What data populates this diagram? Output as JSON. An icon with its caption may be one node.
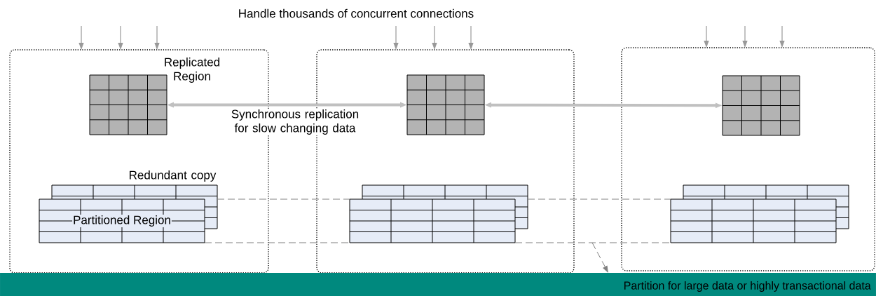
{
  "diagram": {
    "nodes": [
      {
        "text": [],
        "shape": "box"
      },
      {
        "text": [],
        "shape": "box"
      },
      {
        "text": [],
        "shape": "box"
      },
      {
        "text": [],
        "shape": "grid",
        "in": 0,
        "beside": [
          "Replicated Region"
        ]
      },
      {
        "text": [],
        "shape": "grid",
        "in": 1
      },
      {
        "text": [],
        "shape": "grid",
        "in": 2
      },
      {
        "text": [],
        "shape": "table",
        "in": 0,
        "beside": [
          "Redundant copy"
        ]
      },
      {
        "text": [
          "Partitioned Region"
        ],
        "in": 0
      },
      {
        "text": [],
        "shape": "table",
        "in": 1
      },
      {
        "text": [],
        "shape": "table",
        "in": 1
      },
      {
        "text": [],
        "shape": "table",
        "in": 2
      },
      {
        "text": [],
        "shape": "table",
        "in": 2
      },
      {
        "text": [
          "Partition for large data or highly transactional data"
        ]
      }
    ],
    "edges": [
      {
        "from": null,
        "to": 0,
        "arrow": "to"
      },
      {
        "from": null,
        "to": 0,
        "arrow": "to"
      },
      {
        "from": null,
        "to": 0,
        "arrow": "to"
      },
      {
        "from": null,
        "to": 1,
        "arrow": "to"
      },
      {
        "from": null,
        "to": 1,
        "arrow": "to"
      },
      {
        "from": null,
        "to": 1,
        "arrow": "to"
      },
      {
        "from": null,
        "to": 2,
        "arrow": "to"
      },
      {
        "from": null,
        "to": 2,
        "arrow": "to"
      },
      {
        "from": null,
        "to": 2,
        "arrow": "to"
      },
      {
        "from": 3,
        "to": 4,
        "arrow": "both",
        "label": "Synchronous replication for slow changing data",
        "style": "thick",
        "color": "#c0c0c0"
      },
      {
        "from": 4,
        "to": 5,
        "arrow": "both",
        "style": "thick",
        "color": "#c0c0c0"
      },
      {
        "from": 6,
        "to": 9,
        "arrow": "none",
        "style": "dashed",
        "color": "#808080"
      },
      {
        "from": 8,
        "to": 11,
        "arrow": "none",
        "style": "dashed",
        "color": "#808080"
      },
      {
        "from": 7,
        "to": 9,
        "arrow": "none",
        "style": "dashed",
        "color": "#808080"
      },
      {
        "from": 9,
        "to": 11,
        "arrow": "none",
        "style": "dashed",
        "color": "#808080"
      },
      {
        "from": null,
        "to": 12,
        "arrow": "to",
        "style": "dashed",
        "color": "#808080"
      }
    ],
    "labels": [
      "Handle thousands of concurrent connections"
    ]
  }
}
